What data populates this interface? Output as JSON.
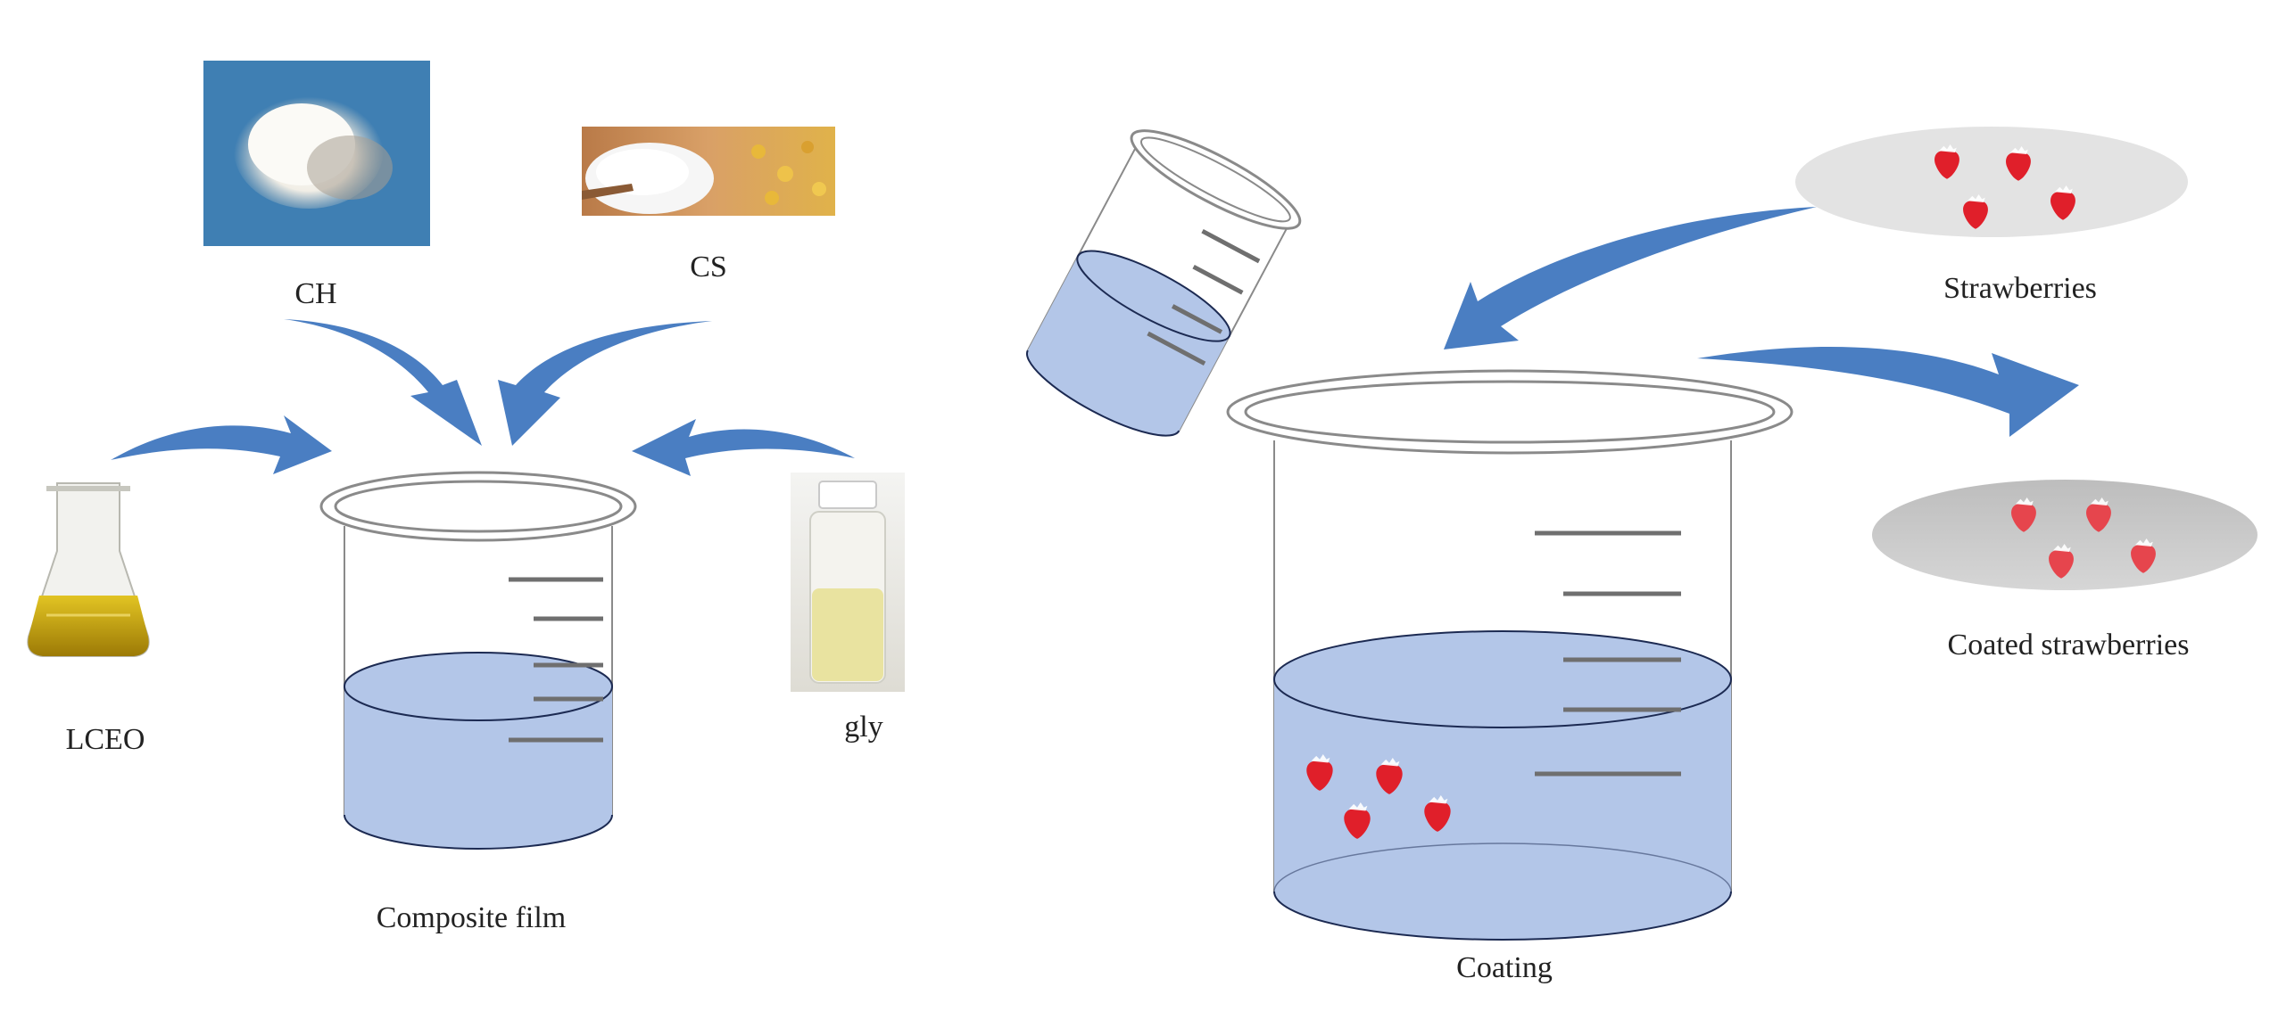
{
  "labels": {
    "ch": "CH",
    "cs": "CS",
    "lceo": "LCEO",
    "gly": "gly",
    "composite_film": "Composite film",
    "coating": "Coating",
    "strawberries": "Strawberries",
    "coated_strawberries": "Coated strawberries"
  },
  "colors": {
    "arrow": "#4a7ec2",
    "liquid": "#b3c6e8",
    "liquid_edge": "#1c2a52",
    "beaker_outline": "#8a8a8a",
    "grad_mark": "#6f6f6f",
    "strawberry": "#e01f2a",
    "strawberry_light": "#e6454d",
    "plate_light": "#e3e3e3",
    "plate_dark": "#cbcbcb",
    "oil": "#c9a40a",
    "gly_liquid": "#e9e3a0",
    "ch_bg": "#3f7fb3",
    "cs_bg": "#c98a55"
  }
}
